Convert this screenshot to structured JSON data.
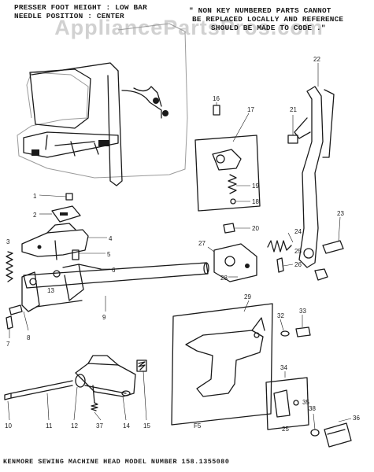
{
  "watermark": "AppliancePartsPros.com",
  "notes": {
    "presser_line1": "PRESSER FOOT HEIGHT : LOW BAR",
    "presser_line2": "NEEDLE POSITION : CENTER",
    "nonkey_line1": "\" NON KEY NUMBERED PARTS CANNOT",
    "nonkey_line2": "BE REPLACED LOCALLY AND REFERENCE",
    "nonkey_line3": "SHOULD BE MADE TO CODE .\""
  },
  "figure_code": "F5",
  "footer_title": "KENMORE SEWING MACHINE HEAD  MODEL NUMBER 158.1355080",
  "callouts": [
    "1",
    "2",
    "3",
    "4",
    "5",
    "6",
    "7",
    "8",
    "9",
    "10",
    "11",
    "12",
    "13",
    "14",
    "15",
    "16",
    "17",
    "18",
    "19",
    "20",
    "21",
    "22",
    "23",
    "24",
    "25",
    "25",
    "26",
    "27",
    "28",
    "29",
    "32",
    "33",
    "34",
    "35",
    "36",
    "37",
    "38"
  ]
}
